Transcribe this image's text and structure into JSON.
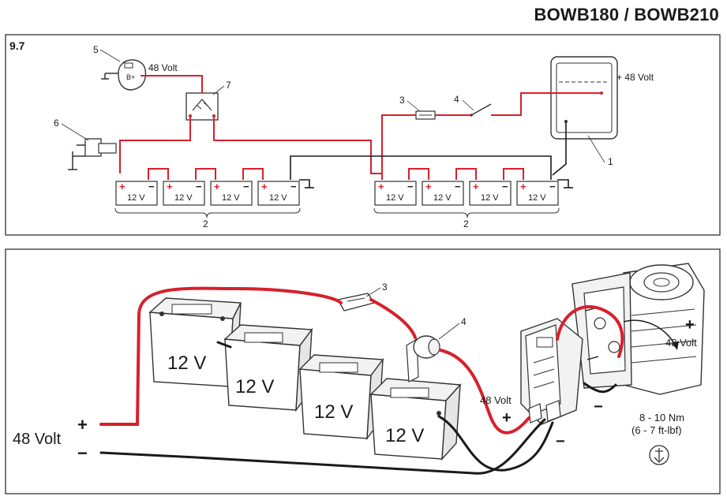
{
  "header": {
    "title": "BOWB180 / BOWB210"
  },
  "section": {
    "number": "9.7"
  },
  "colors": {
    "positive": "#d7202d",
    "negative": "#1a1a1a",
    "line": "#333333"
  },
  "schematic": {
    "alternator_label": "B+",
    "alternator_voltage": "48 Volt",
    "controller_voltage": "+ 48 Volt",
    "battery_voltage": "12 V",
    "callouts": {
      "c1": "1",
      "c2a": "2",
      "c2b": "2",
      "c3": "3",
      "c4": "4",
      "c5": "5",
      "c6": "6",
      "c7": "7"
    }
  },
  "illustration": {
    "battery_voltage": "12 V",
    "supply_label": "48 Volt",
    "plus": "+",
    "minus": "−",
    "controller_voltage": "48 Volt",
    "motor_voltage": "48 Volt",
    "torque_nm": "8 - 10 Nm",
    "torque_ftlbf": "(6 - 7 ft-lbf)",
    "callouts": {
      "c3": "3",
      "c4": "4"
    }
  }
}
